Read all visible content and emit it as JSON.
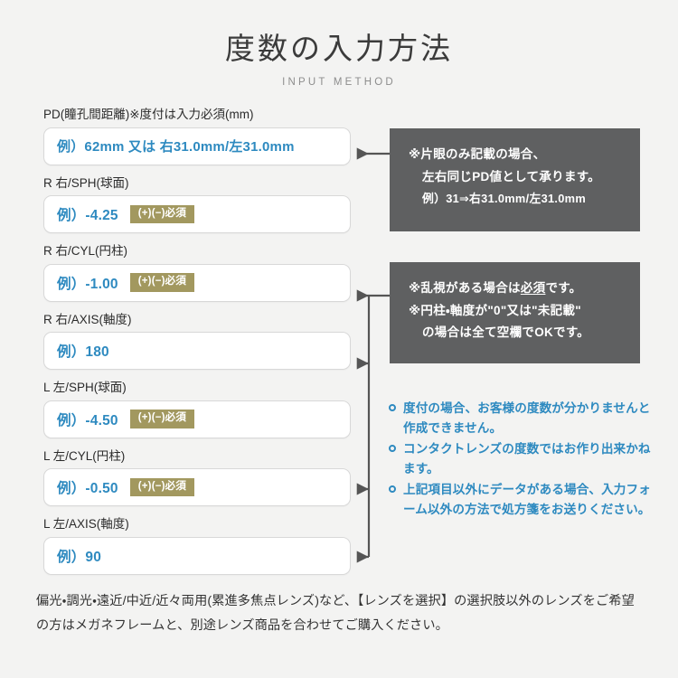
{
  "header": {
    "title": "度数の入力方法",
    "subtitle": "INPUT METHOD"
  },
  "form": {
    "fields": [
      {
        "id": "pd",
        "label": "PD(瞳孔間距離)※度付は入力必須(mm)",
        "value": "例）62mm 又は 右31.0mm/左31.0mm",
        "badge": null
      },
      {
        "id": "r-sph",
        "label": "R 右/SPH(球面)",
        "value": "例）-4.25",
        "badge": "(+)(−)必須"
      },
      {
        "id": "r-cyl",
        "label": "R 右/CYL(円柱)",
        "value": "例）-1.00",
        "badge": "(+)(−)必須"
      },
      {
        "id": "r-axis",
        "label": "R 右/AXIS(軸度)",
        "value": "例）180",
        "badge": null
      },
      {
        "id": "l-sph",
        "label": "L 左/SPH(球面)",
        "value": "例）-4.50",
        "badge": "(+)(−)必須"
      },
      {
        "id": "l-cyl",
        "label": "L 左/CYL(円柱)",
        "value": "例）-0.50",
        "badge": "(+)(−)必須"
      },
      {
        "id": "l-axis",
        "label": "L 左/AXIS(軸度)",
        "value": "例）90",
        "badge": null
      }
    ]
  },
  "callouts": [
    {
      "id": "pd-note",
      "lines": [
        "※片眼のみ記載の場合、",
        "左右同じPD値として承ります。",
        "例）31⇒右31.0mm/左31.0mm"
      ]
    },
    {
      "id": "astigmatism-note",
      "lines": [
        "※乱視がある場合は必須です。",
        "※円柱・軸度が\"0\"又は\"未記載\"",
        "の場合は全て空欄でOKです。"
      ]
    }
  ],
  "bullets": [
    "度付の場合、お客様の度数が分かりませんと作成できません。",
    "コンタクトレンズの度数ではお作り出来かねます。",
    "上記項目以外にデータがある場合、入力フォーム以外の方法で処方箋をお送りください。"
  ],
  "footer": {
    "text": "偏光・調光・遠近/中近/近々両用(累進多焦点レンズ)など、【レンズを選択】の選択肢以外のレンズをご希望の方はメガネフレームと、別途レンズ商品を合わせてご購入ください。"
  },
  "colors": {
    "background": "#f3f3f2",
    "accent_blue": "#2e8ac0",
    "badge_khaki": "#a2985f",
    "callout_gray": "#5f6061",
    "text_dark": "#2b2b2b",
    "connector": "#555555"
  }
}
